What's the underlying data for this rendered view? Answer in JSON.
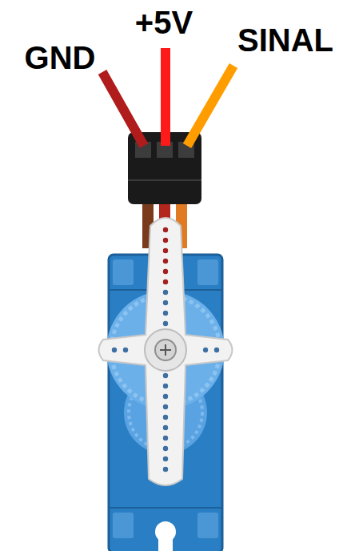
{
  "diagram": {
    "labels": [
      "GND",
      "+5V",
      "SINAL"
    ]
  }
}
